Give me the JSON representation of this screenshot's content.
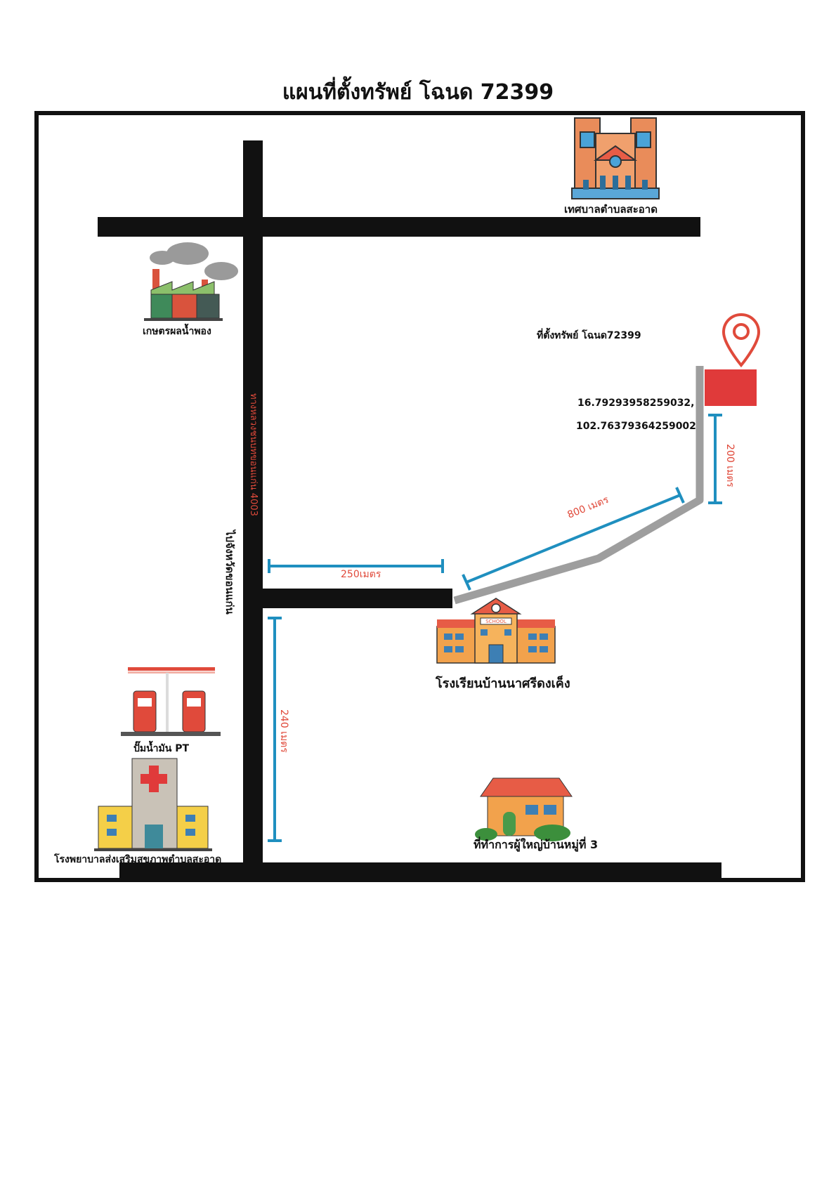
{
  "title": "แผนที่ตั้งทรัพย์ โฉนด 72399",
  "colors": {
    "road": "#111111",
    "path": "#9e9e9e",
    "dimension": "#1f8fbf",
    "dimension_text": "#e04a3b",
    "marker": "#e03a3a",
    "frame": "#111111"
  },
  "places": {
    "municipality": "เทศบาลตำบลสะอาด",
    "factory": "เกษตรผลน้ำพอง",
    "property": "ที่ตั้งทรัพย์ โฉนด72399",
    "coord_lat": "16.79293958259032,",
    "coord_lon": "102.76379364259002",
    "school": "โรงเรียนบ้านนาศรีดงเค็ง",
    "gas_station": "ปั๊มน้ำมัน PT",
    "hospital": "โรงพยาบาลส่งเสริมสุขภาพตำบลสะอาด",
    "village_office": "ที่ทำการผู้ใหญ่บ้านหมู่ที่ 3",
    "school_sign": "SCHOOL"
  },
  "roads": {
    "highway": "ทางหลวงชนบทขอนแก่น 4003",
    "to_province": "ไปจังหวัดขอนแก่น"
  },
  "distances": {
    "d250": "250เมตร",
    "d800": "800 เมตร",
    "d200": "200 เมตร",
    "d240": "240 เมตร"
  },
  "icons": {
    "municipality": "building-icon",
    "factory": "factory-icon",
    "property": "location-pin-icon",
    "school": "school-icon",
    "gas_station": "fuel-pump-icon",
    "hospital": "hospital-icon",
    "village_office": "house-icon"
  }
}
